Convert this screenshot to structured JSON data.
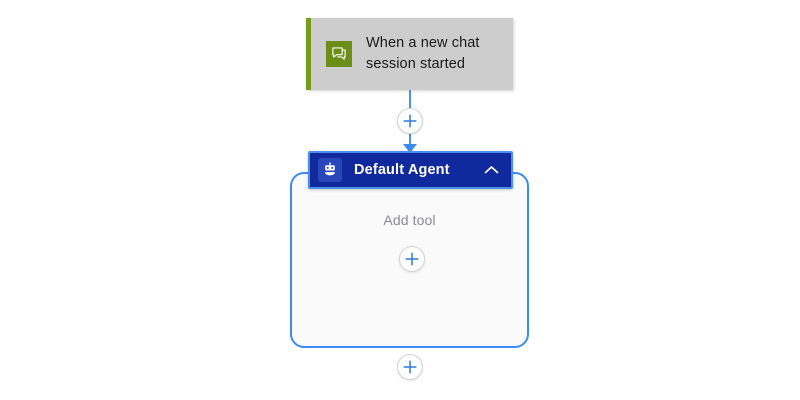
{
  "canvas": {
    "background_color": "#ffffff"
  },
  "trigger": {
    "label": "When a new chat\nsession started",
    "icon": "chat-bubble-icon",
    "accent_color": "#789b1e",
    "icon_background": "#6c8e16",
    "card_background": "#cdcdcd"
  },
  "agent": {
    "title": "Default Agent",
    "icon": "bot-icon",
    "collapse_icon": "chevron-up-icon",
    "header_color": "#102a9e",
    "selection_border_color": "#4a90e8",
    "container_border_color": "#3d8bf2",
    "container_background": "#fafafa",
    "empty_label": "Add tool"
  },
  "connectors": {
    "color": "#4a90e8",
    "arrow_icon": "arrow-down-icon"
  },
  "buttons": {
    "add_between_trigger_and_agent": "plus-icon",
    "add_tool": "plus-icon",
    "add_after_agent": "plus-icon"
  }
}
